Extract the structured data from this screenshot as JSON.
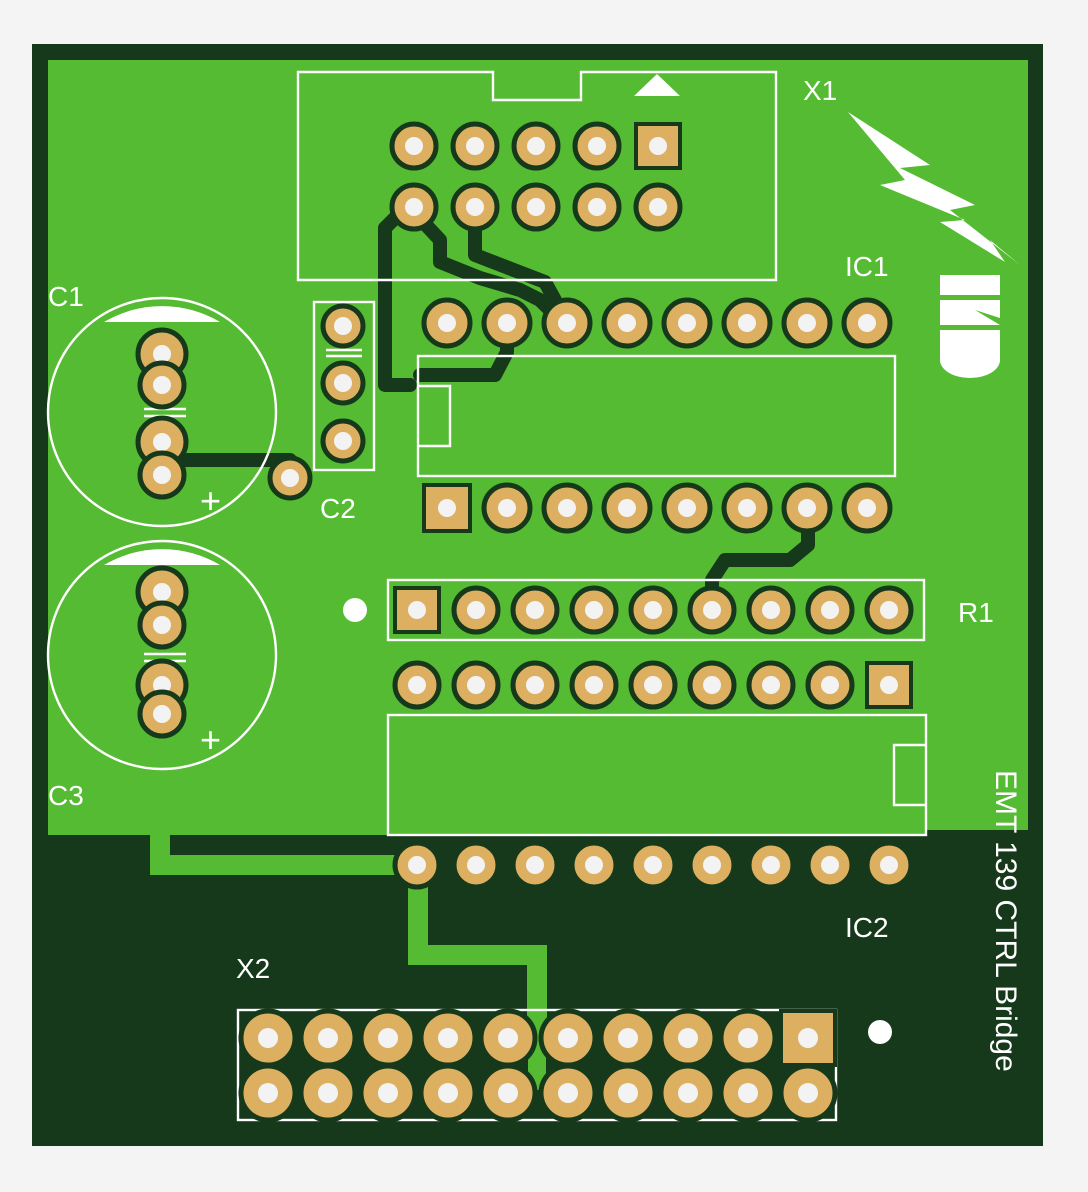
{
  "board": {
    "title": "EMT 139 CTRL Bridge",
    "logo_text": "MKD",
    "colors": {
      "background": "#f4f4f4",
      "board_dark": "#17391b",
      "copper_pour": "#55bb33",
      "trace_dark": "#17391b",
      "trace_light": "#55bb33",
      "pad_ring": "#dcb060",
      "pad_ring_edge": "#17391b",
      "drill": "#f3f3f3",
      "silkscreen": "#ffffff"
    }
  },
  "labels": {
    "x1": "X1",
    "x2": "X2",
    "ic1": "IC1",
    "ic2": "IC2",
    "c1": "C1",
    "c2": "C2",
    "c3": "C3",
    "r1": "R1",
    "plus_c1": "+",
    "plus_c3": "+"
  },
  "components": {
    "X1": {
      "type": "pin-header",
      "pins": 10,
      "rows": 2
    },
    "X2": {
      "type": "pin-header",
      "pins": 20,
      "rows": 2
    },
    "IC1": {
      "type": "DIP",
      "pins": 16
    },
    "IC2": {
      "type": "DIP",
      "pins": 18
    },
    "R1": {
      "type": "resistor-network",
      "pins": 9
    },
    "C1": {
      "type": "electrolytic-capacitor",
      "polarity": "+"
    },
    "C2": {
      "type": "capacitor"
    },
    "C3": {
      "type": "electrolytic-capacitor",
      "polarity": "+"
    }
  }
}
